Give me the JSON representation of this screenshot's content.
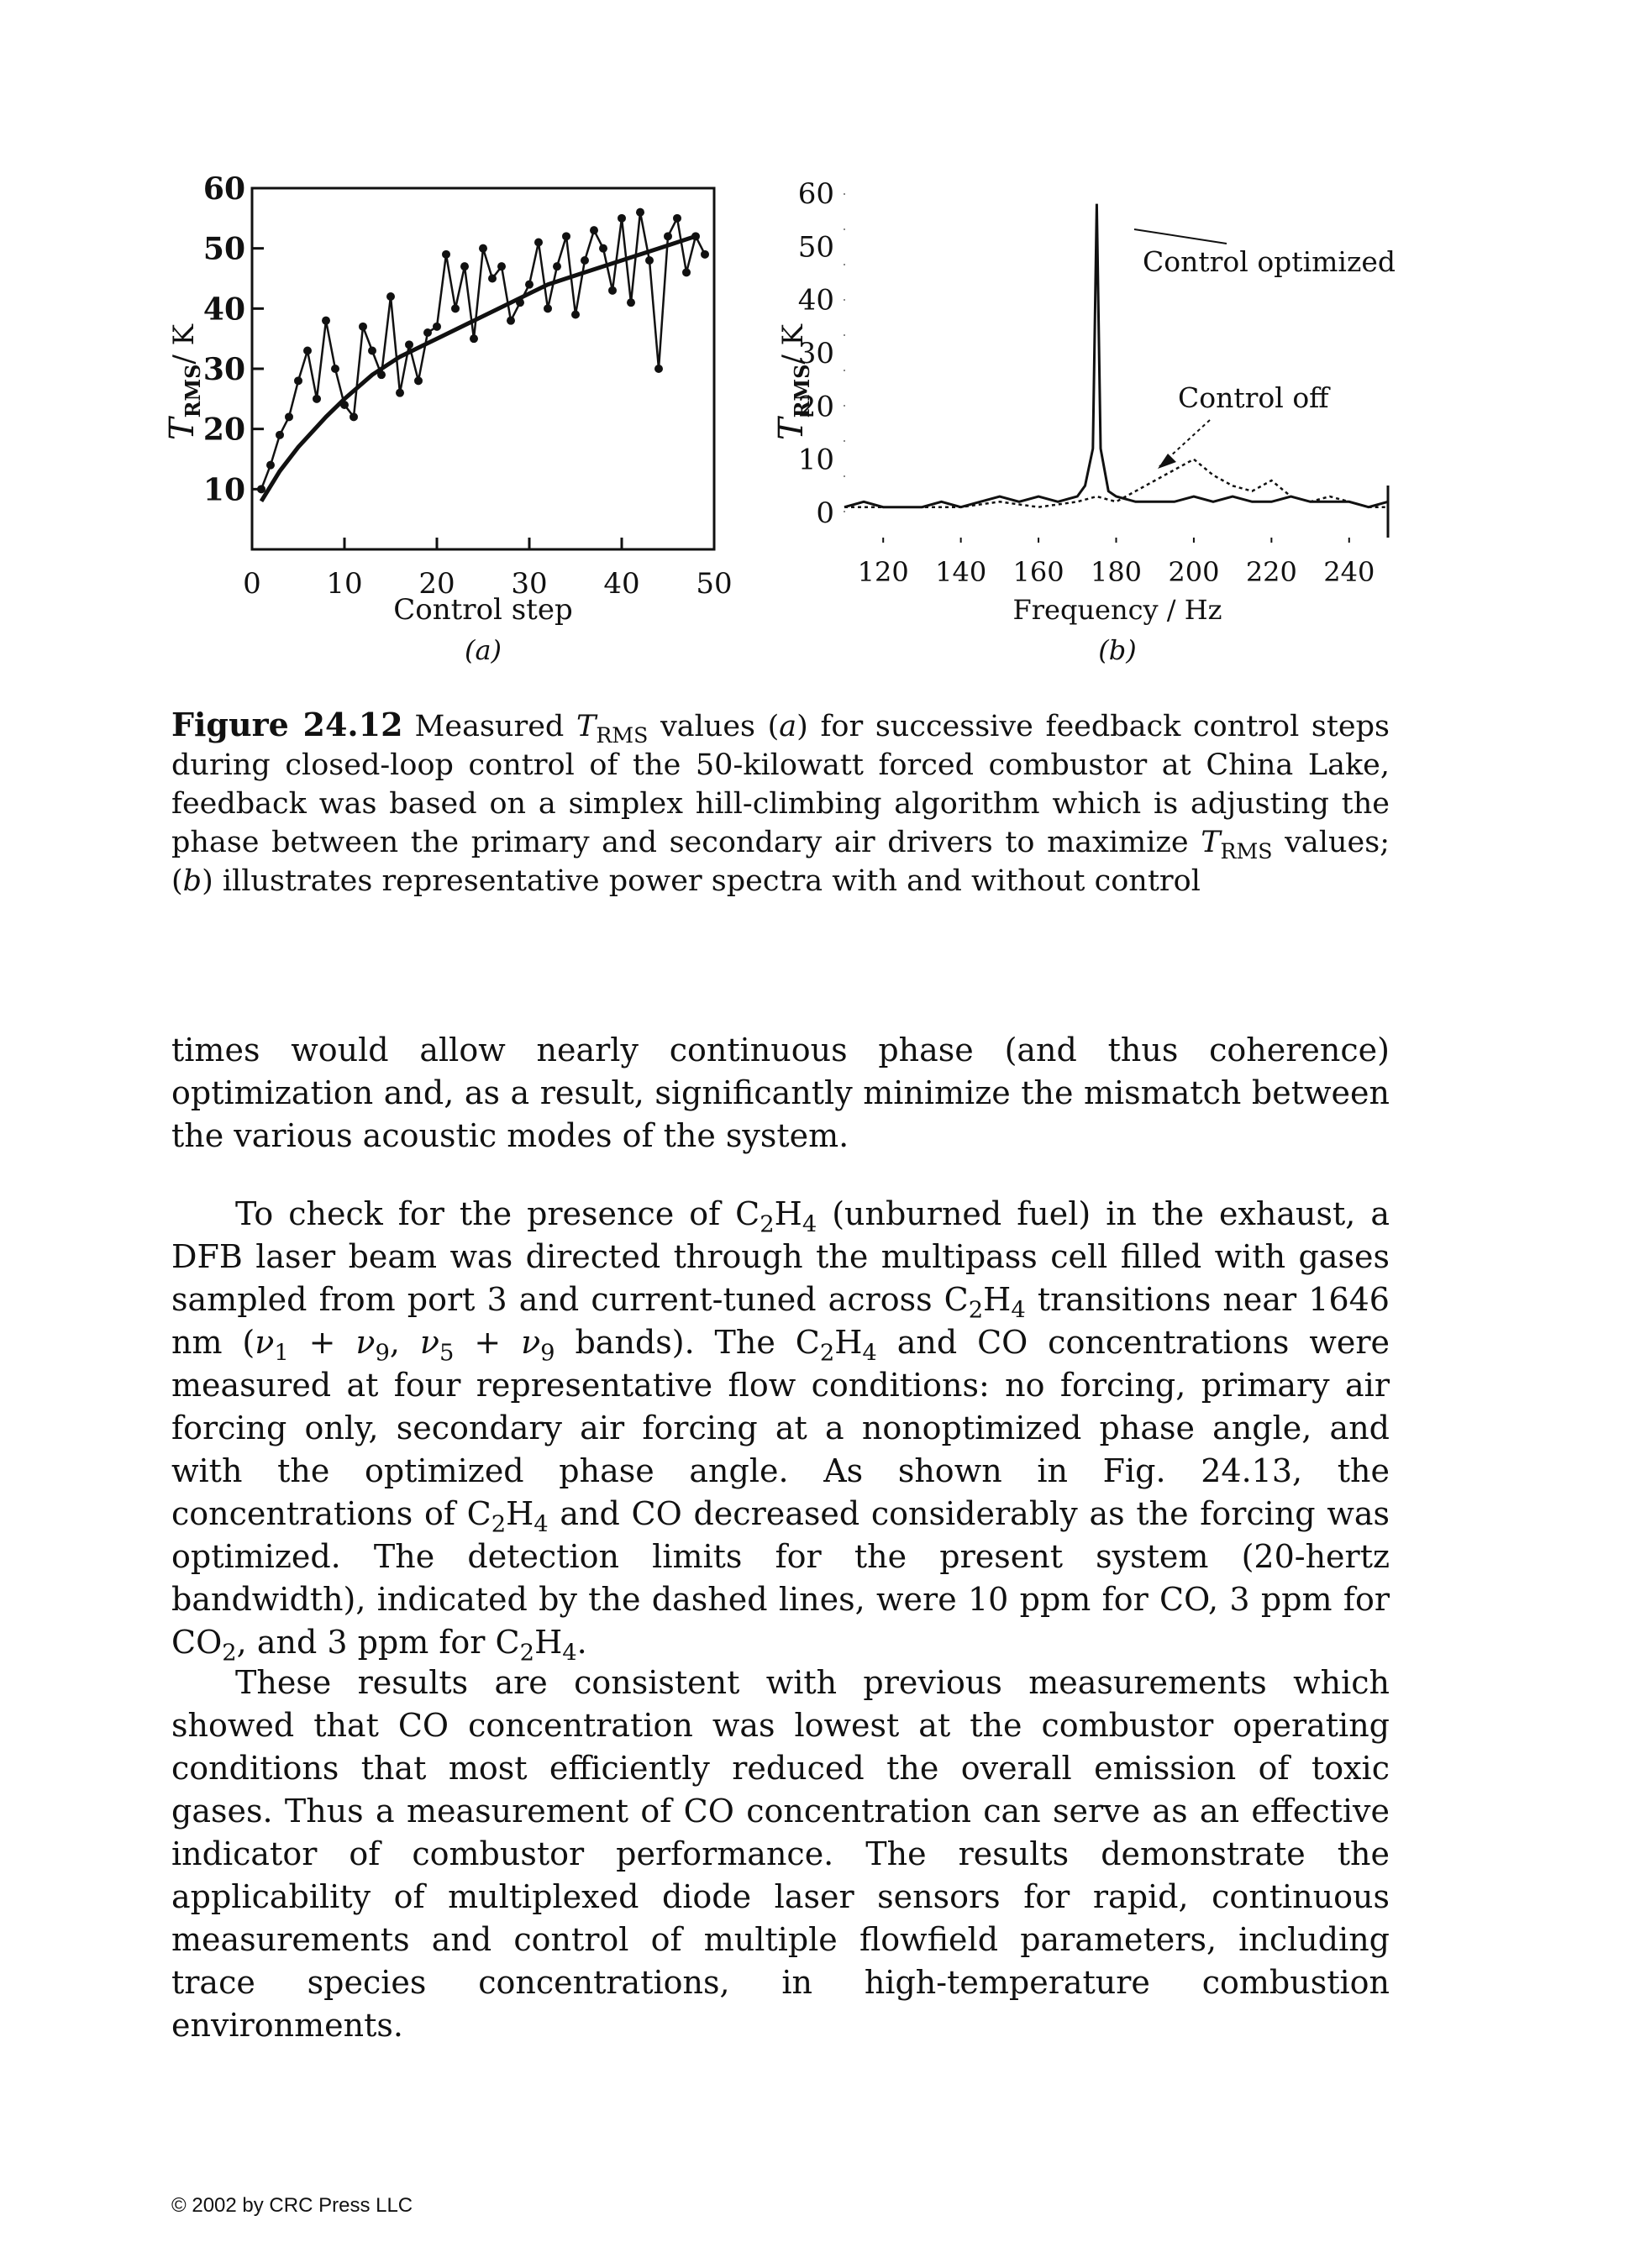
{
  "figure": {
    "panel_a": {
      "title": "",
      "ylabel_main": "T",
      "ylabel_sub": "RMS",
      "ylabel_unit": "/ K",
      "xlabel": "Control step",
      "panel_label": "(a)"
    },
    "panel_b": {
      "ylabel_main": "T",
      "ylabel_sub": "RMS",
      "ylabel_unit": "/ K",
      "xlabel": "Frequency / Hz",
      "panel_label": "(b)",
      "annotation_optimized": "Control optimized",
      "annotation_off": "Control off"
    }
  },
  "chart_data": [
    {
      "type": "scatter",
      "title": "",
      "xlabel": "Control step",
      "ylabel": "TRMS / K",
      "xlim": [
        0,
        50
      ],
      "ylim": [
        0,
        60
      ],
      "xticks": [
        0,
        10,
        20,
        30,
        40,
        50
      ],
      "yticks": [
        10,
        20,
        30,
        40,
        50,
        60
      ],
      "grid": false,
      "series": [
        {
          "x": [
            1,
            2,
            3,
            4,
            5,
            6,
            7,
            8,
            9,
            10,
            11,
            12,
            13,
            14,
            15,
            16,
            17,
            18,
            19,
            20,
            21,
            22,
            23,
            24,
            25,
            26,
            27,
            28,
            29,
            30,
            31,
            32,
            33,
            34,
            35,
            36,
            37,
            38,
            39,
            40,
            41,
            42,
            43,
            44,
            45,
            46,
            47,
            48,
            49
          ],
          "y": [
            10,
            14,
            19,
            22,
            28,
            33,
            25,
            38,
            30,
            24,
            22,
            37,
            33,
            29,
            42,
            26,
            34,
            28,
            36,
            37,
            49,
            40,
            47,
            35,
            50,
            45,
            47,
            38,
            41,
            44,
            51,
            40,
            47,
            52,
            39,
            48,
            53,
            50,
            43,
            55,
            41,
            56,
            48,
            30,
            52,
            55,
            46,
            52,
            49
          ]
        },
        {
          "type": "line",
          "x": [
            1,
            3,
            5,
            8,
            10,
            13,
            16,
            20,
            24,
            28,
            32,
            36,
            40,
            44,
            48
          ],
          "y": [
            8,
            13,
            17,
            22,
            25,
            29,
            32,
            35,
            38,
            41,
            44,
            46,
            48,
            50,
            52
          ]
        }
      ]
    },
    {
      "type": "line",
      "xlabel": "Frequency / Hz",
      "ylabel": "TRMS / K",
      "xlim": [
        110,
        250
      ],
      "ylim": [
        0,
        60
      ],
      "xticks": [
        120,
        140,
        160,
        180,
        200,
        220,
        240
      ],
      "yticks": [
        0,
        10,
        20,
        30,
        40,
        50,
        60
      ],
      "grid": false,
      "series": [
        {
          "name": "Control optimized",
          "x": [
            110,
            115,
            120,
            125,
            130,
            135,
            140,
            145,
            150,
            155,
            160,
            165,
            170,
            172,
            174,
            175,
            176,
            178,
            180,
            185,
            190,
            195,
            200,
            205,
            210,
            215,
            220,
            225,
            230,
            235,
            240,
            245,
            250
          ],
          "y": [
            1,
            2,
            1,
            1,
            1,
            2,
            1,
            2,
            3,
            2,
            3,
            2,
            3,
            5,
            12,
            58,
            12,
            4,
            3,
            2,
            2,
            2,
            3,
            2,
            3,
            2,
            2,
            3,
            2,
            2,
            2,
            1,
            2
          ]
        },
        {
          "name": "Control off",
          "x": [
            110,
            120,
            130,
            140,
            150,
            160,
            170,
            175,
            180,
            185,
            190,
            195,
            200,
            205,
            210,
            215,
            220,
            225,
            230,
            235,
            240,
            245,
            250
          ],
          "y": [
            1,
            1,
            1,
            1,
            2,
            1,
            2,
            3,
            2,
            4,
            6,
            8,
            10,
            7,
            5,
            4,
            6,
            3,
            2,
            3,
            2,
            1,
            1
          ]
        }
      ]
    }
  ],
  "caption": {
    "label": "Figure 24.12",
    "text1": "Measured ",
    "t_main": "T",
    "t_sub": "RMS",
    "text2": " values (",
    "a": "a",
    "text3": ") for successive feedback control steps during closed-loop control of the 50-kilowatt forced combustor at China Lake, feedback was based on a simplex hill-climbing algorithm which is adjusting the phase between the primary and secondary air drivers to maximize ",
    "text4": " values; (",
    "b": "b",
    "text5": ") illustrates representative power spectra with and without control"
  },
  "para1": "times would allow nearly continuous phase (and thus coherence) optimization and, as a result, significantly minimize the mismatch between the various acoustic modes of the system.",
  "para2": {
    "s1": "To check for the presence of C",
    "n2": "2",
    "h": "H",
    "n4": "4",
    "s2": " (unburned fuel) in the exhaust, a DFB laser beam was directed through the multipass cell filled with gases sampled from port 3 and current-tuned across C",
    "s3": " transitions near 1646 nm (",
    "nu": "ν",
    "i1": "1",
    "plus": " + ",
    "i9": "9",
    "comma": ", ",
    "i5": "5",
    "s4": " bands). The C",
    "s5": " and CO concentrations were measured at four representative flow conditions: no forcing, primary air forcing only, secondary air forcing at a nonoptimized phase angle, and with the optimized phase angle. As shown in Fig. 24.13, the concentrations of C",
    "s6": " and CO decreased considerably as the forcing was optimized. The detection limits for the present system (20-hertz bandwidth), indicated by the dashed lines, were 10 ppm for CO, 3 ppm for CO",
    "s7": ", and 3 ppm for C",
    "s8": "."
  },
  "para3": "These results are consistent with previous measurements which showed that CO concentration was lowest at the combustor operating conditions that most efficiently reduced the overall emission of toxic gases. Thus a measurement of CO concentration can serve as an effective indicator of combustor performance. The results demonstrate the applicability of multiplexed diode laser sensors for rapid, continuous measurements and control of multiple flowfield parameters, including trace species concentrations, in high-temperature combustion environments.",
  "footer": "© 2002 by CRC Press LLC"
}
